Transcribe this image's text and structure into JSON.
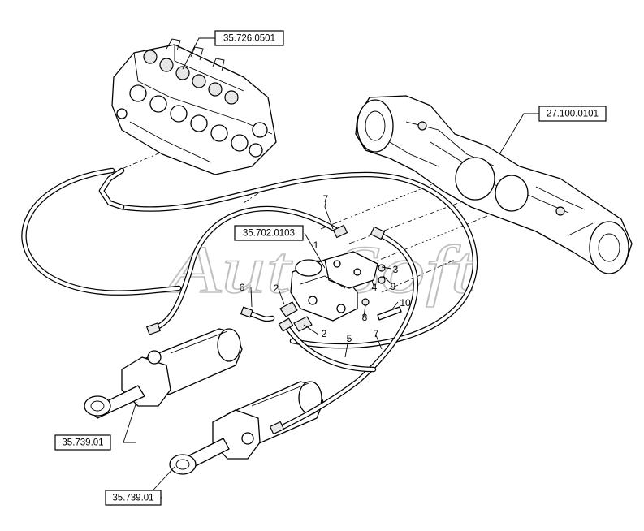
{
  "watermark": "AutoSoft",
  "references": {
    "valve": "35.726.0501",
    "axle": "27.100.0101",
    "bracket": "35.702.0103",
    "cylinder_upper": "35.739.01",
    "cylinder_lower": "35.739.01"
  },
  "callouts": {
    "c7_top": "7",
    "c1": "1",
    "c3": "3",
    "c6": "6",
    "c2_top": "2",
    "c4": "4",
    "c9": "9",
    "c8": "8",
    "c10": "10",
    "c2_bottom": "2",
    "c5": "5",
    "c7_bottom": "7"
  }
}
